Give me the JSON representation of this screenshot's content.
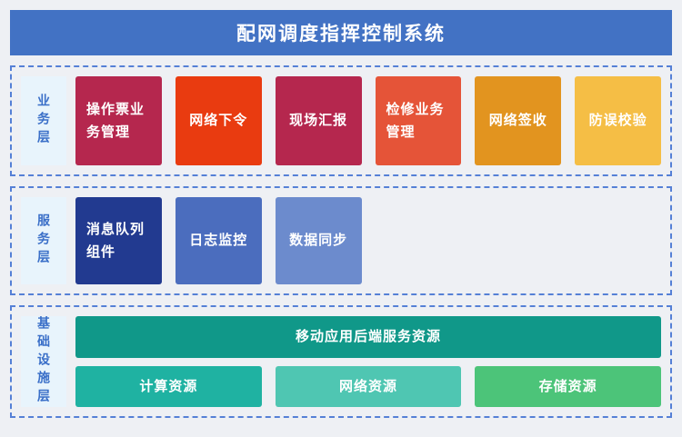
{
  "title": "配网调度指挥控制系统",
  "colors": {
    "page_bg": "#EEF0F4",
    "title_bar": "#4272C4",
    "section_border": "#5580D6",
    "layer_label_bg": "#E8F4FC",
    "layer_label_text": "#3A6FC8"
  },
  "layers": [
    {
      "name": "业务层",
      "boxes": [
        {
          "label": "操作票业务管理",
          "color": "#B5274E"
        },
        {
          "label": "网络下令",
          "color": "#E93B10"
        },
        {
          "label": "现场汇报",
          "color": "#B5274E"
        },
        {
          "label": "检修业务管理",
          "color": "#E55438"
        },
        {
          "label": "网络签收",
          "color": "#E2941F"
        },
        {
          "label": "防误校验",
          "color": "#F5BE45"
        }
      ]
    },
    {
      "name": "服务层",
      "boxes": [
        {
          "label": "消息队列组件",
          "color": "#223A90"
        },
        {
          "label": "日志监控",
          "color": "#4B6DBE"
        },
        {
          "label": "数据同步",
          "color": "#6C8BCD"
        }
      ]
    },
    {
      "name": "基础设施层",
      "wide_box": {
        "label": "移动应用后端服务资源",
        "color": "#109889"
      },
      "boxes": [
        {
          "label": "计算资源",
          "color": "#1FB2A2"
        },
        {
          "label": "网络资源",
          "color": "#4FC6B2"
        },
        {
          "label": "存储资源",
          "color": "#4CC479"
        }
      ]
    }
  ]
}
